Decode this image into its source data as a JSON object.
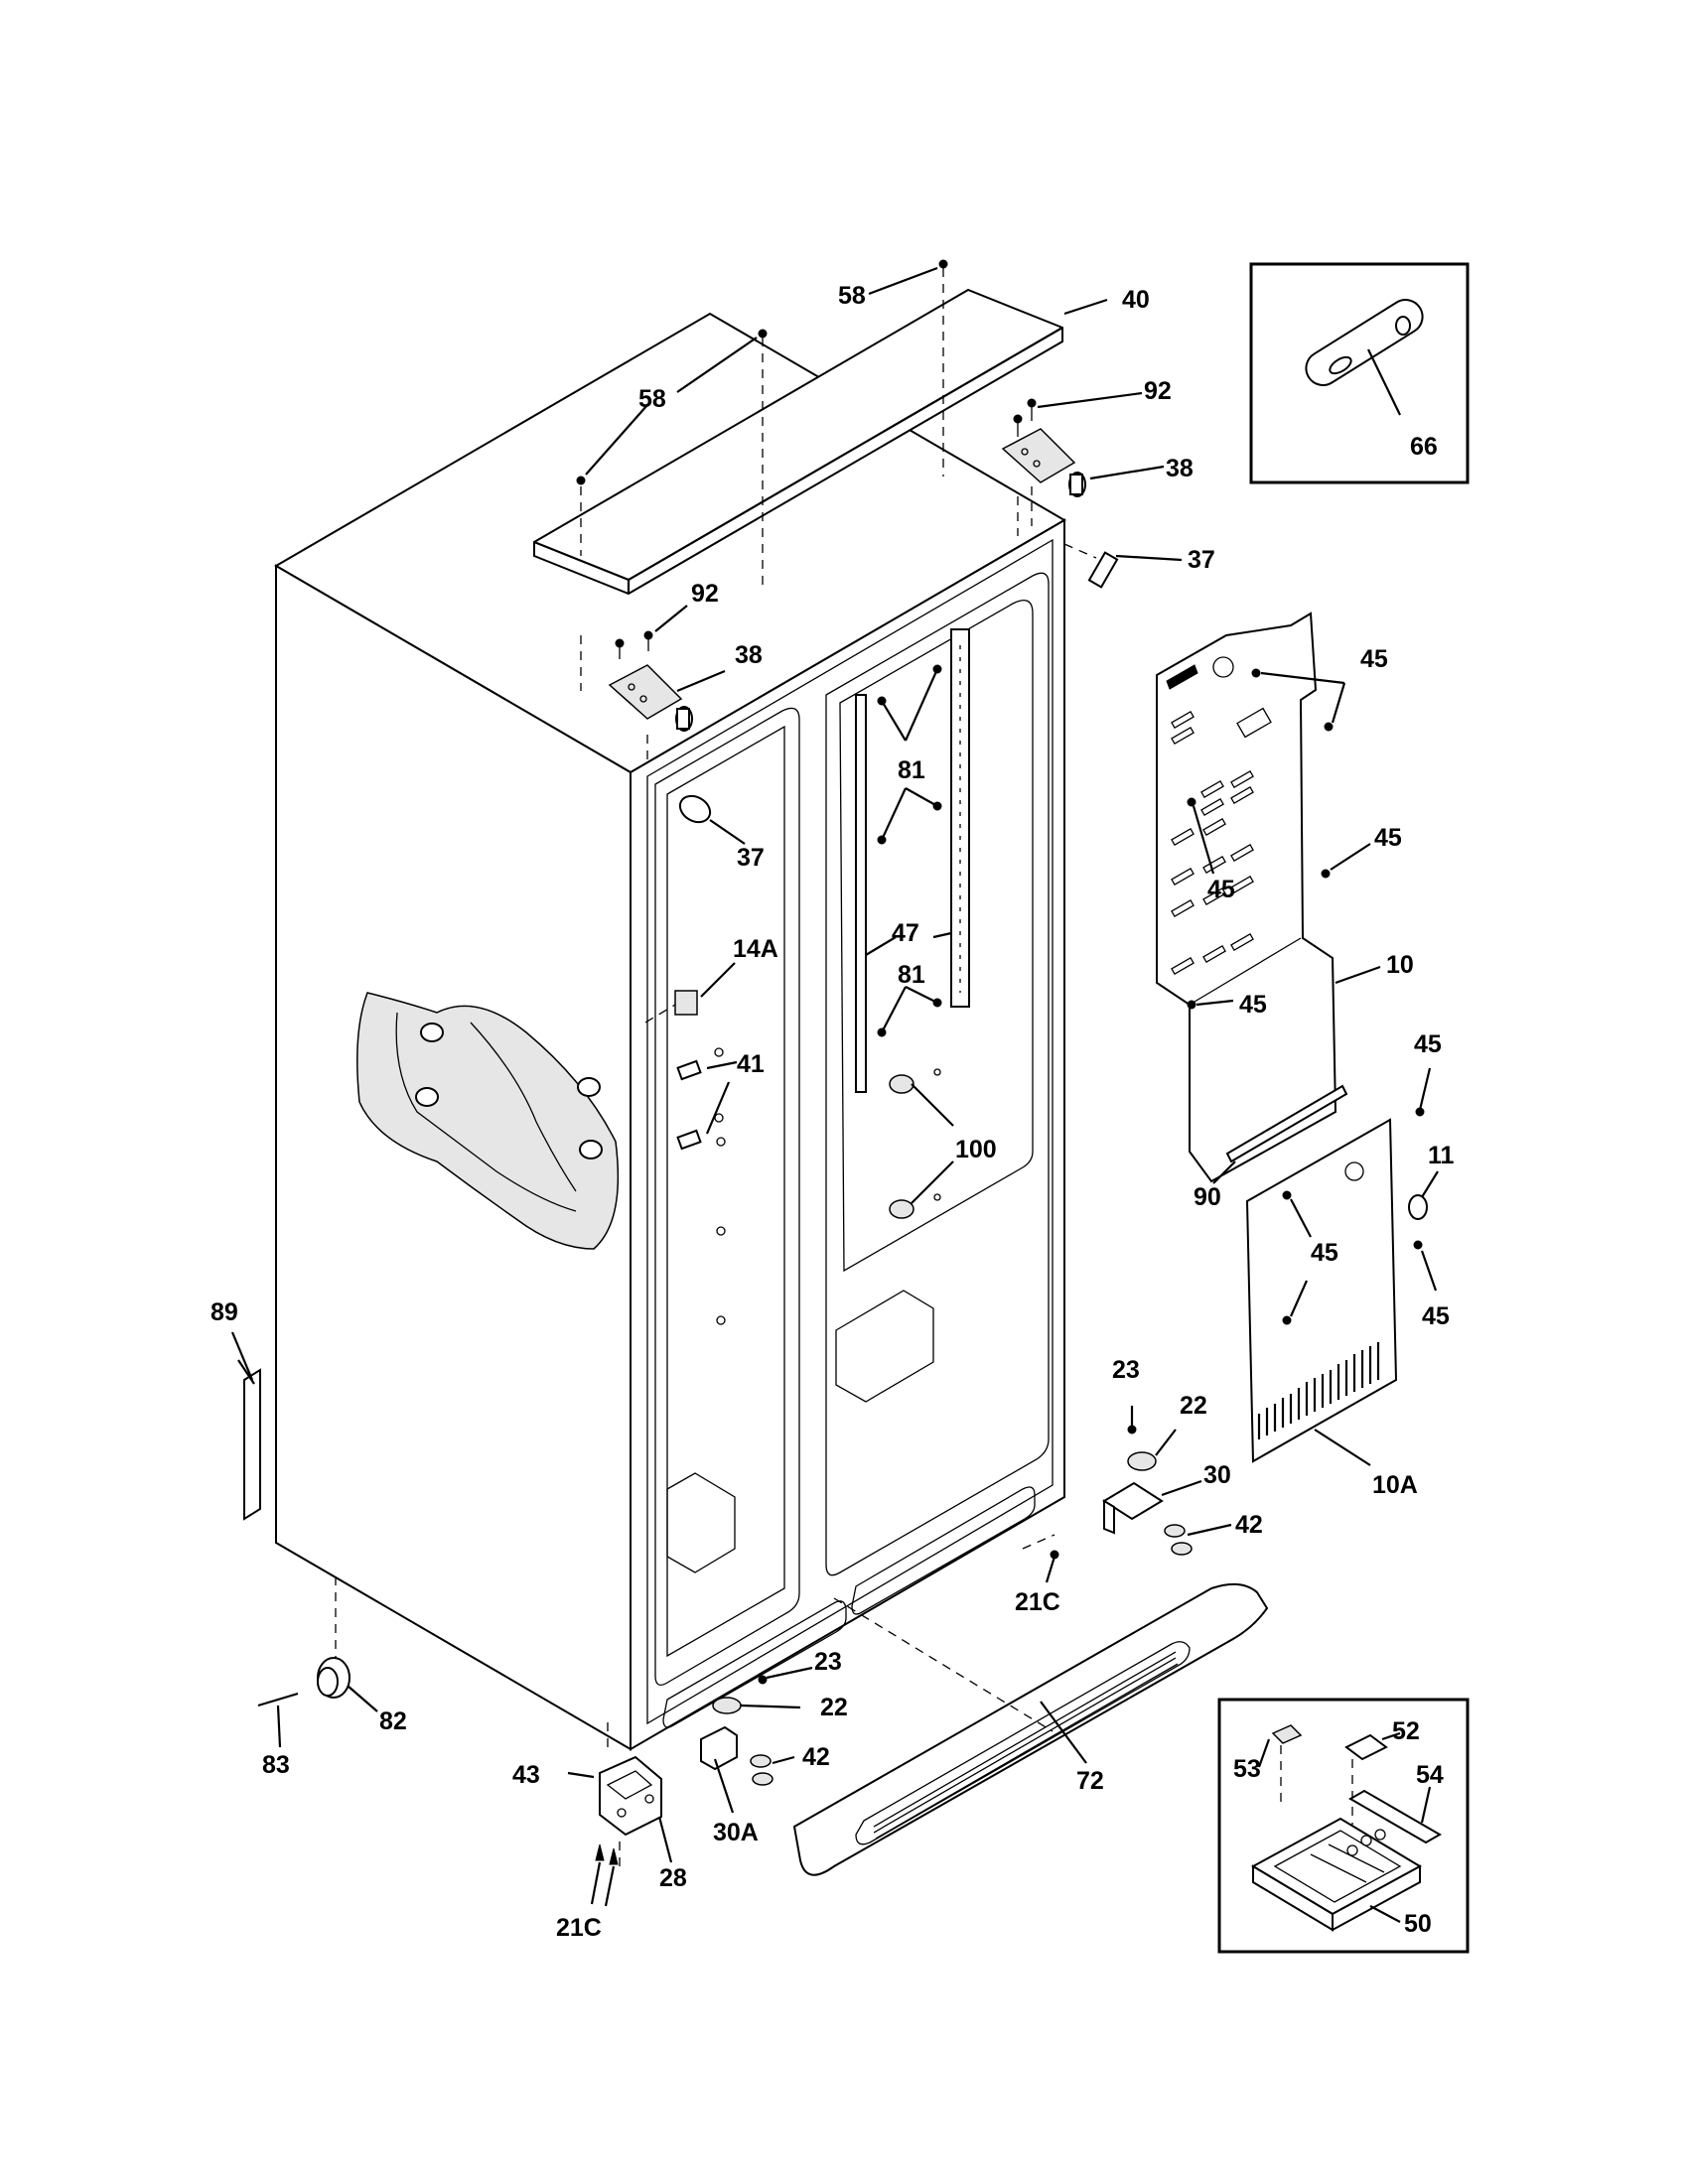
{
  "diagram": {
    "labels": {
      "top_panel": "40",
      "screw_top_right": "58",
      "screw_top_left": "58",
      "screw_hinge_right": "92",
      "screw_hinge_left": "92",
      "hinge_right": "38",
      "hinge_left": "38",
      "cap_right": "37",
      "cap_left": "37",
      "inset_part_top": "66",
      "rear_panel": "10",
      "screw_rear_1": "45",
      "screw_rear_2": "45",
      "screw_rear_3": "45",
      "screw_rear_4": "45",
      "screw_rear_5": "45",
      "screw_access_1": "45",
      "screw_access_2": "45",
      "screw_access_3": "45",
      "grommet": "11",
      "strip": "90",
      "access_panel": "10A",
      "shelf_support_1": "81",
      "shelf_support_2": "81",
      "rail": "47",
      "switch": "14A",
      "plugs": "41",
      "clips": "100",
      "bracket_side": "89",
      "roller": "82",
      "roller_screw": "83",
      "screw_23_right": "23",
      "washer_22_right": "22",
      "bracket_30": "30",
      "screws_42_right": "42",
      "screw_21c_right": "21C",
      "screw_23_left": "23",
      "washer_22_left": "22",
      "screws_42_left": "42",
      "bracket_30a": "30A",
      "leveler_43": "43",
      "leveler_28": "28",
      "screws_21c_left": "21C",
      "kickplate": "72",
      "inset_53": "53",
      "inset_52": "52",
      "inset_54": "54",
      "inset_50": "50"
    }
  }
}
